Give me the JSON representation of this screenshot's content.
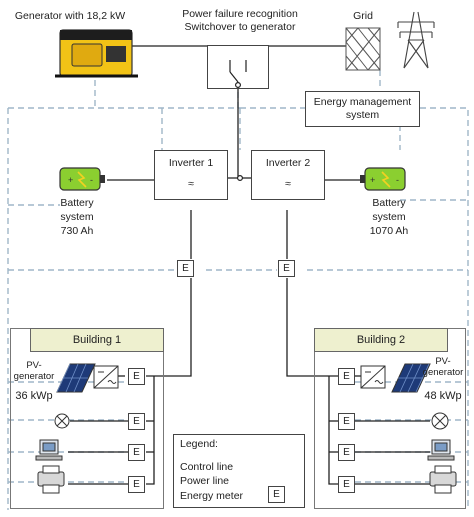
{
  "generator": {
    "label": "Generator with 18,2 kW"
  },
  "switchover": {
    "line1": "Power failure recognition",
    "line2": "Switchover to generator"
  },
  "grid": {
    "label": "Grid"
  },
  "ems": {
    "line1": "Energy management",
    "line2": "system"
  },
  "inverters": [
    {
      "label": "Inverter 1",
      "symbol": "≈"
    },
    {
      "label": "Inverter 2",
      "symbol": "≈"
    }
  ],
  "batteries": [
    {
      "line1": "Battery",
      "line2": "system",
      "line3": "730 Ah"
    },
    {
      "line1": "Battery",
      "line2": "system",
      "line3": "1070 Ah"
    }
  ],
  "meter_symbol": "E",
  "buildings": [
    {
      "title": "Building 1",
      "pv_line1": "PV-",
      "pv_line2": "generator",
      "pv_power": "36 kWp"
    },
    {
      "title": "Building 2",
      "pv_line1": "PV-",
      "pv_line2": "generator",
      "pv_power": "48 kWp"
    }
  ],
  "legend": {
    "title": "Legend:",
    "control_line": "Control line",
    "power_line": "Power line",
    "energy_meter": "Energy meter"
  },
  "colors": {
    "control_line": "#9fb6c8",
    "power_line": "#222222",
    "building_header": "#eef0cf"
  }
}
